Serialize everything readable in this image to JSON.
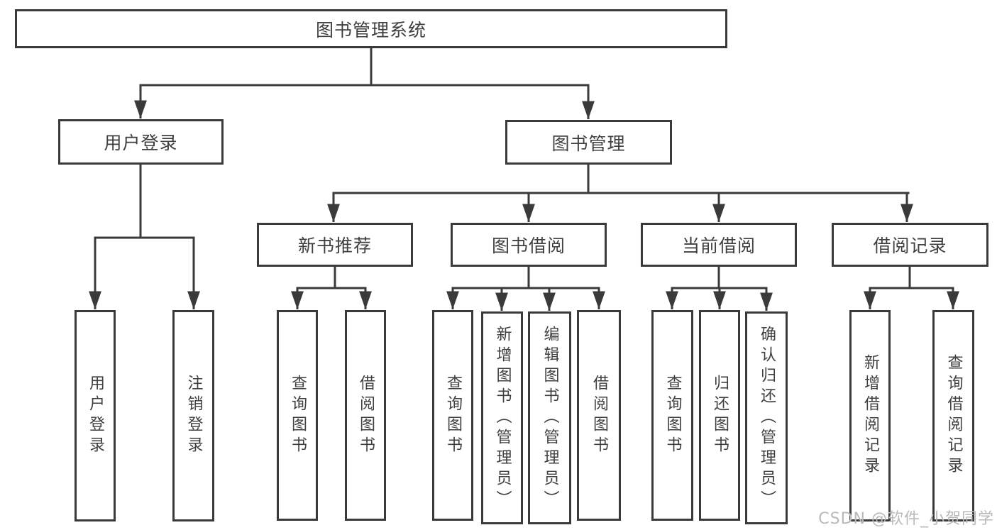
{
  "tree": {
    "root": {
      "label": "图书管理系统"
    },
    "level2": [
      {
        "label": "用户登录"
      },
      {
        "label": "图书管理"
      }
    ],
    "level3": [
      {
        "label": "新书推荐"
      },
      {
        "label": "图书借阅"
      },
      {
        "label": "当前借阅"
      },
      {
        "label": "借阅记录"
      }
    ],
    "leaves": [
      "用户登录",
      "注销登录",
      "查询图书",
      "借阅图书",
      "查询图书",
      "新增图书（管理员）",
      "编辑图书（管理员）",
      "借阅图书",
      "查询图书",
      "归还图书",
      "确认归还（管理员）",
      "新增借阅记录",
      "查询借阅记录"
    ]
  },
  "watermark": {
    "text": "CSDN @软件_小贺同学"
  },
  "colors": {
    "line": "#3a3a3a",
    "text": "#3f3f3f",
    "watermark": "#b9b9b9",
    "background": "#ffffff"
  }
}
